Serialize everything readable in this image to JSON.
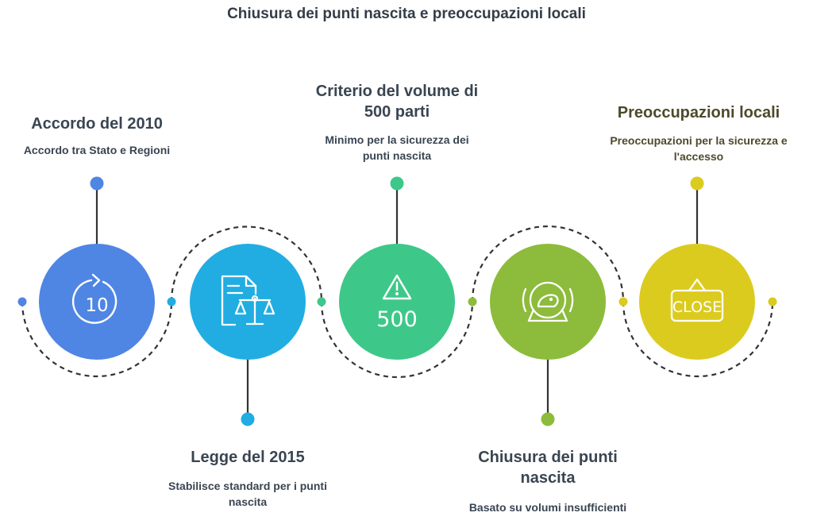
{
  "title": "Chiusura dei punti nascita e preoccupazioni locali",
  "colors": {
    "step1": "#4f86e4",
    "step2": "#21ade2",
    "step3": "#3dc88a",
    "step4": "#8dbb3b",
    "step5": "#dccb1f",
    "connector": "#333333"
  },
  "steps": [
    {
      "heading": "Accordo del 2010",
      "description": "Accordo tra Stato e Regioni",
      "icon": "rotate-10-icon",
      "icon_text": "10"
    },
    {
      "heading": "Legge del 2015",
      "description": "Stabilisce standard per i punti nascita",
      "icon": "law-document-scale-icon"
    },
    {
      "heading": "Criterio del volume di 500 parti",
      "description": "Minimo per la sicurezza dei punti nascita",
      "icon": "warning-500-icon",
      "icon_text": "500"
    },
    {
      "heading": "Chiusura dei punti nascita",
      "description": "Basato su volumi insufficienti",
      "icon": "hamster-wheel-icon"
    },
    {
      "heading": "Preoccupazioni locali",
      "description": "Preoccupazioni per la sicurezza e l'accesso",
      "icon": "close-sign-icon",
      "icon_text": "CLOSE"
    }
  ]
}
